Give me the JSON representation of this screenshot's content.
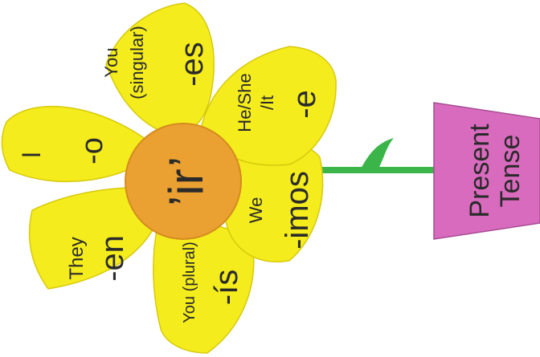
{
  "center": {
    "verb": "’ir’"
  },
  "pot": {
    "line1": "Present",
    "line2": "Tense"
  },
  "petals": {
    "first_singular": {
      "pronoun": "I",
      "ending": "-o"
    },
    "second_singular": {
      "pronoun_line1": "You",
      "pronoun_line2": "(singular)",
      "ending": "-es"
    },
    "third_singular": {
      "pronoun_line1": "He/She",
      "pronoun_line2": "/It",
      "ending": "-e"
    },
    "first_plural": {
      "pronoun": "We",
      "ending": "-imos"
    },
    "second_plural": {
      "pronoun": "You (plural)",
      "ending": "-ís"
    },
    "third_plural": {
      "pronoun": "They",
      "ending": "-en"
    }
  },
  "colors": {
    "petal": "#f4ec1c",
    "center": "#eba132",
    "stem": "#3bb54a",
    "pot": "#d96bbf"
  }
}
